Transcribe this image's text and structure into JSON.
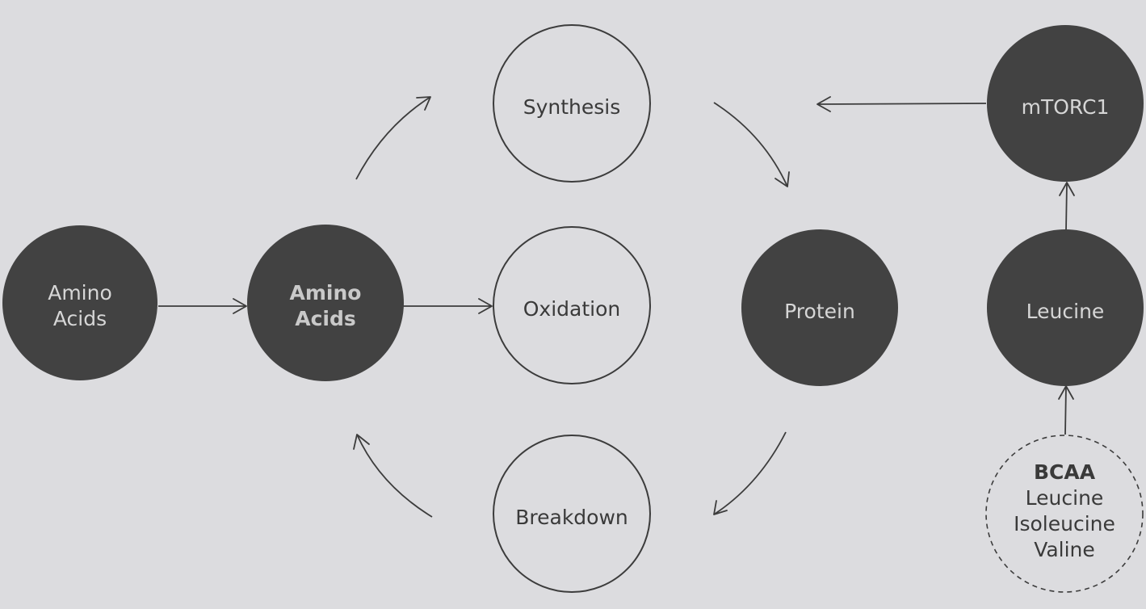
{
  "nodes": {
    "amino_acids_source": {
      "line1": "Amino",
      "line2": "Acids"
    },
    "amino_acids_pool": {
      "line1": "Amino",
      "line2": "Acids"
    },
    "synthesis": {
      "label": "Synthesis"
    },
    "oxidation": {
      "label": "Oxidation"
    },
    "breakdown": {
      "label": "Breakdown"
    },
    "protein": {
      "label": "Protein"
    },
    "mtorc1": {
      "label": "mTORC1"
    },
    "leucine": {
      "label": "Leucine"
    },
    "bcaa": {
      "title": "BCAA",
      "items": [
        "Leucine",
        "Isoleucine",
        "Valine"
      ]
    }
  },
  "colors": {
    "background": "#dcdcdf",
    "filled_node": "#424242",
    "stroke": "#3c3c3c"
  }
}
